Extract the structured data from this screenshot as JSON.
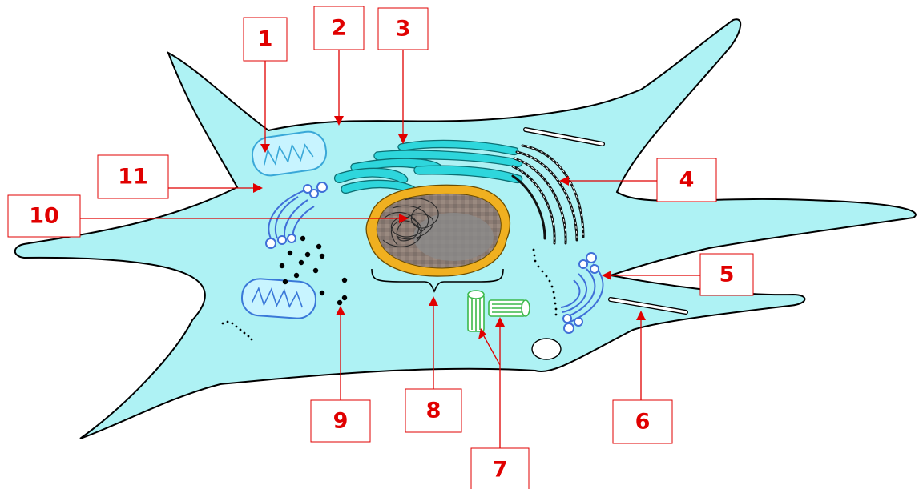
{
  "labels": [
    {
      "id": "1",
      "text": "1"
    },
    {
      "id": "2",
      "text": "2"
    },
    {
      "id": "3",
      "text": "3"
    },
    {
      "id": "4",
      "text": "4"
    },
    {
      "id": "5",
      "text": "5"
    },
    {
      "id": "6",
      "text": "6"
    },
    {
      "id": "7",
      "text": "7"
    },
    {
      "id": "8",
      "text": "8"
    },
    {
      "id": "9",
      "text": "9"
    },
    {
      "id": "10",
      "text": "10"
    },
    {
      "id": "11",
      "text": "11"
    }
  ],
  "colors": {
    "cytoplasm": "#aef2f4",
    "cell_outline": "#000000",
    "label": "#e00000",
    "nuclear_envelope": "#f0b020",
    "rough_er": "#2ed6dc",
    "golgi_vesicles": "#3f6fd8",
    "centriole": "#3cb84a",
    "nucleus": "#8a7a70"
  }
}
